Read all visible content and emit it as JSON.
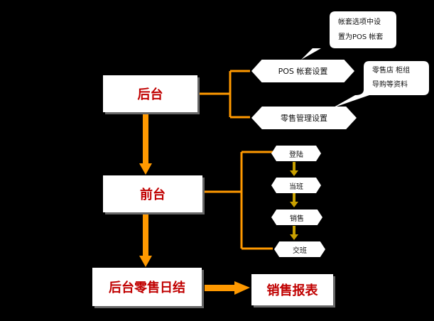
{
  "main_boxes": {
    "backend": "后台",
    "frontend": "前台",
    "daily_close": "后台零售日结",
    "sales_report": "销售报表"
  },
  "backend_settings": {
    "pos_account": "POS 帐套设置",
    "retail_mgmt": "零售管理设置"
  },
  "callouts": {
    "pos_account_line1": "帐套选项中设",
    "pos_account_line2": "置为POS 帐套",
    "retail_line1": "零售店  柜组",
    "retail_line2": "导购等资料"
  },
  "frontend_steps": [
    "登陆",
    "当班",
    "销售",
    "交班"
  ],
  "colors": {
    "background": "#000000",
    "box": "#ffffff",
    "box_text": "#c00000",
    "arrow": "#ff9900",
    "step_arrow": "#c8a000"
  }
}
